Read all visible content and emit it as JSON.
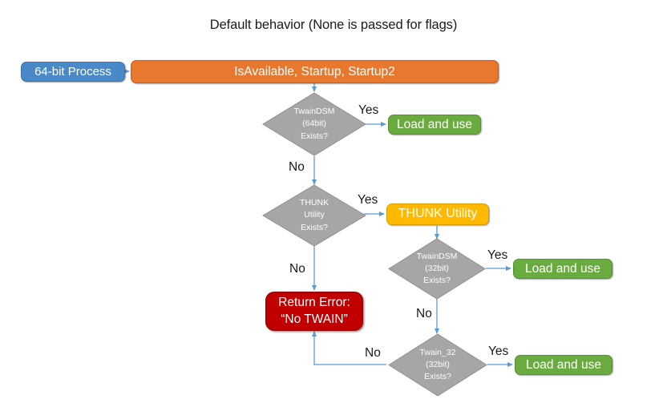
{
  "title": "Default behavior (None is passed for flags)",
  "colors": {
    "blue": "#4a89c8",
    "orange": "#e8782d",
    "green": "#6aab3f",
    "yellow": "#ffb900",
    "red": "#c00000",
    "diamond_gray": "#a6a6a6",
    "connector_blue": "#5b9bd5"
  },
  "nodes": {
    "process_64bit": {
      "label": "64-bit Process"
    },
    "api_bar": {
      "label": "IsAvailable, Startup, Startup2"
    },
    "thunk_utility": {
      "label": "THUNK Utility"
    },
    "return_error": {
      "line1": "Return Error:",
      "line2": "“No TWAIN”"
    },
    "load_use_1": {
      "label": "Load and use"
    },
    "load_use_2": {
      "label": "Load and use"
    },
    "load_use_3": {
      "label": "Load and use"
    }
  },
  "decisions": [
    {
      "id": "twaindsm-64bit",
      "line1": "TwainDSM",
      "line2": "(64bit)",
      "line3": "Exists?",
      "yes_label": "Yes",
      "no_label": "No"
    },
    {
      "id": "thunk-utility",
      "line1": "THUNK",
      "line2": "Utility",
      "line3": "Exists?",
      "yes_label": "Yes",
      "no_label": "No"
    },
    {
      "id": "twaindsm-32bit",
      "line1": "TwainDSM",
      "line2": "(32bit)",
      "line3": "Exists?",
      "yes_label": "Yes",
      "no_label": "No"
    },
    {
      "id": "twain-32",
      "line1": "Twain_32",
      "line2": "(32bit)",
      "line3": "Exists?",
      "yes_label": "Yes",
      "no_label": "No"
    }
  ]
}
